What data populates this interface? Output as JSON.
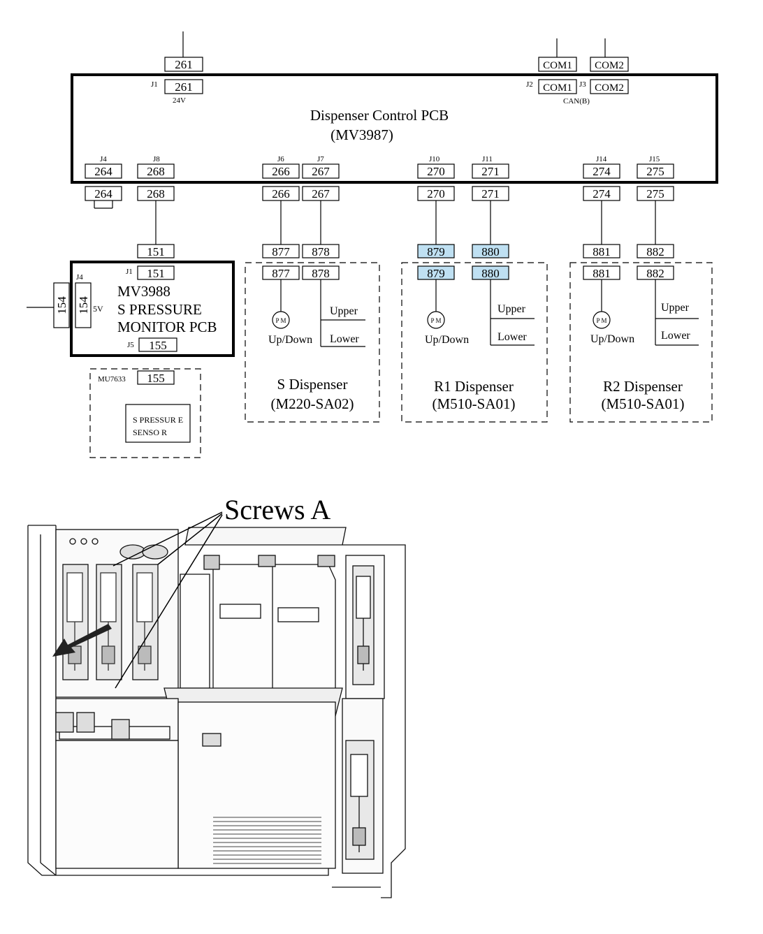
{
  "top_wires": {
    "w261": "261",
    "com1": "COM1",
    "com2": "COM2"
  },
  "main_pcb": {
    "title": "Dispenser Control PCB",
    "model": "(MV3987)",
    "j1": {
      "label": "J1",
      "value": "261",
      "note": "24V"
    },
    "j2": {
      "label": "J2",
      "value": "COM1"
    },
    "j3": {
      "label": "J3",
      "value": "COM2",
      "note": "CAN(B)"
    },
    "bottom": [
      {
        "label": "J4",
        "value": "264"
      },
      {
        "label": "J8",
        "value": "268"
      },
      {
        "label": "J6",
        "value": "266"
      },
      {
        "label": "J7",
        "value": "267"
      },
      {
        "label": "J10",
        "value": "270"
      },
      {
        "label": "J11",
        "value": "271"
      },
      {
        "label": "J14",
        "value": "274"
      },
      {
        "label": "J15",
        "value": "275"
      }
    ]
  },
  "below_wires": [
    "264",
    "268",
    "266",
    "267",
    "270",
    "271",
    "274",
    "275"
  ],
  "mid_wires": {
    "w151": "151",
    "w877": "877",
    "w878": "878",
    "w879": "879",
    "w880": "880",
    "w881": "881",
    "w882": "882"
  },
  "pressure_pcb": {
    "j1_label": "J1",
    "j1_value": "151",
    "j4_label": "J4",
    "j4_value": "154",
    "j4_note": "5V",
    "j5_label": "J5",
    "j5_value": "155",
    "line1": "MV3988",
    "line2": "S PRESSURE",
    "line3": "MONITOR PCB",
    "ext_wire": "154"
  },
  "sensor": {
    "part": "MU7633",
    "connector": "155",
    "line1": "S PRESSUR E",
    "line2": "SENSO R"
  },
  "dispensers": [
    {
      "c1": "877",
      "c2": "878",
      "pm": "P M",
      "updown": "Up/Down",
      "upper": "Upper",
      "lower": "Lower",
      "name": "S Dispenser",
      "model": "(M220-SA02)"
    },
    {
      "c1": "879",
      "c2": "880",
      "pm": "P M",
      "updown": "Up/Down",
      "upper": "Upper",
      "lower": "Lower",
      "name": "R1 Dispenser",
      "model": "(M510-SA01)"
    },
    {
      "c1": "881",
      "c2": "882",
      "pm": "P M",
      "updown": "Up/Down",
      "upper": "Upper",
      "lower": "Lower",
      "name": "R2 Dispenser",
      "model": "(M510-SA01)"
    }
  ],
  "photo_callout": "Screws A",
  "colors": {
    "highlight": "#bfe0f2",
    "line": "#000000"
  }
}
